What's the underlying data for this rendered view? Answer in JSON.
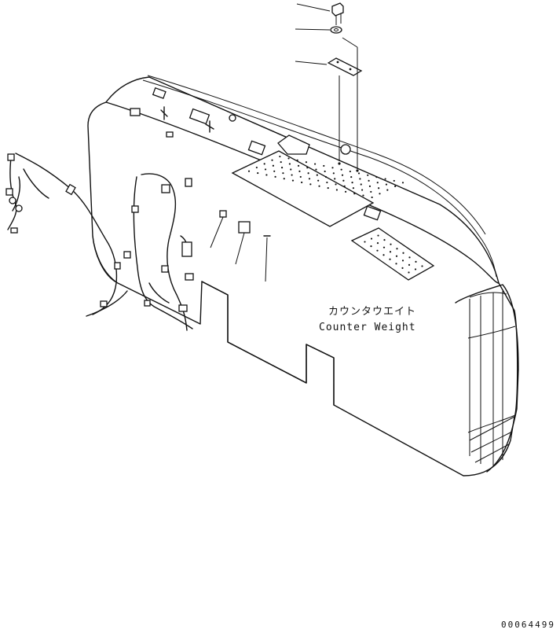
{
  "diagram": {
    "part_label_jp": "カウンタウエイト",
    "part_label_en": "Counter Weight",
    "drawing_number": "00064499"
  },
  "colors": {
    "line": "#111111",
    "background": "#ffffff"
  }
}
